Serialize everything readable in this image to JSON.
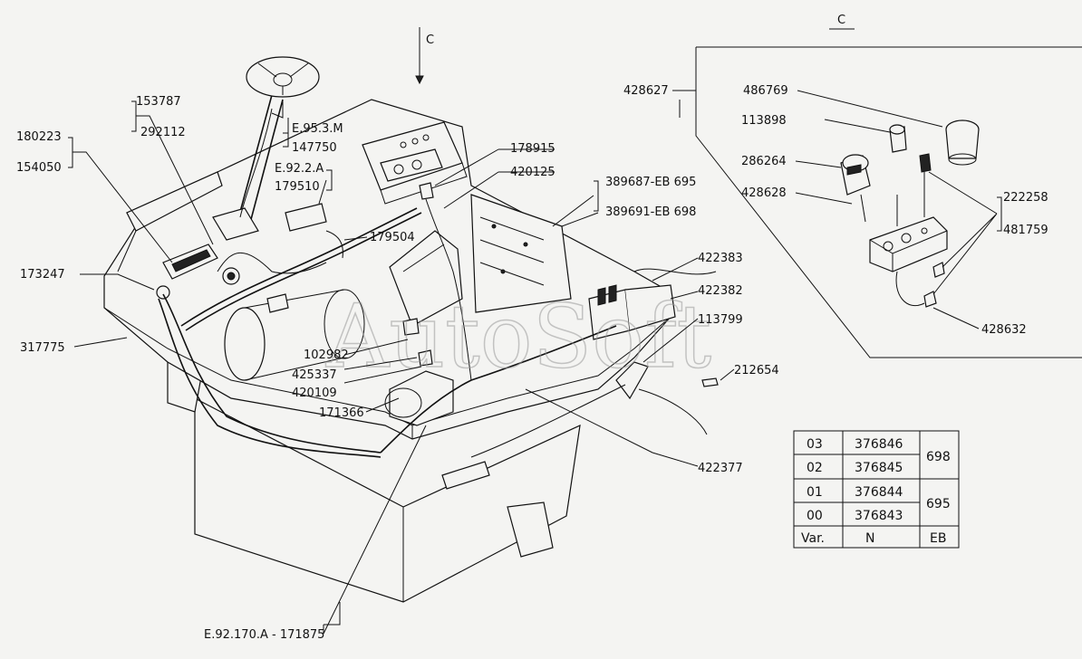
{
  "view_marker": "C",
  "watermark": "AutoSoft",
  "labels": {
    "p180223": "180223",
    "p154050": "154050",
    "p153787": "153787",
    "p292112": "292112",
    "pE953M": "E.95.3.M",
    "p147750": "147750",
    "pE922A": "E.92.2.A",
    "p179510": "179510",
    "p178915": "178915",
    "p420125": "420125",
    "p389687": "389687-EB 695",
    "p389691": "389691-EB 698",
    "p179504": "179504",
    "p173247": "173247",
    "p317775": "317775",
    "p102982": "102982",
    "p425337": "425337",
    "p420109": "420109",
    "p171366": "171366",
    "p422383": "422383",
    "p422382": "422382",
    "p113799": "113799",
    "p212654": "212654",
    "p422377": "422377",
    "pE92170A": "E.92.170.A - 171875",
    "p428627": "428627",
    "p486769": "486769",
    "p113898": "113898",
    "p286264": "286264",
    "p428628": "428628",
    "p222258": "222258",
    "p481759": "481759",
    "p428632": "428632"
  },
  "variant_table": {
    "rows": [
      {
        "var": "03",
        "n": "376846"
      },
      {
        "var": "02",
        "n": "376845"
      },
      {
        "var": "01",
        "n": "376844"
      },
      {
        "var": "00",
        "n": "376843"
      }
    ],
    "eb_groups": [
      "698",
      "695"
    ],
    "header": {
      "var": "Var.",
      "n": "N",
      "eb": "EB"
    }
  }
}
